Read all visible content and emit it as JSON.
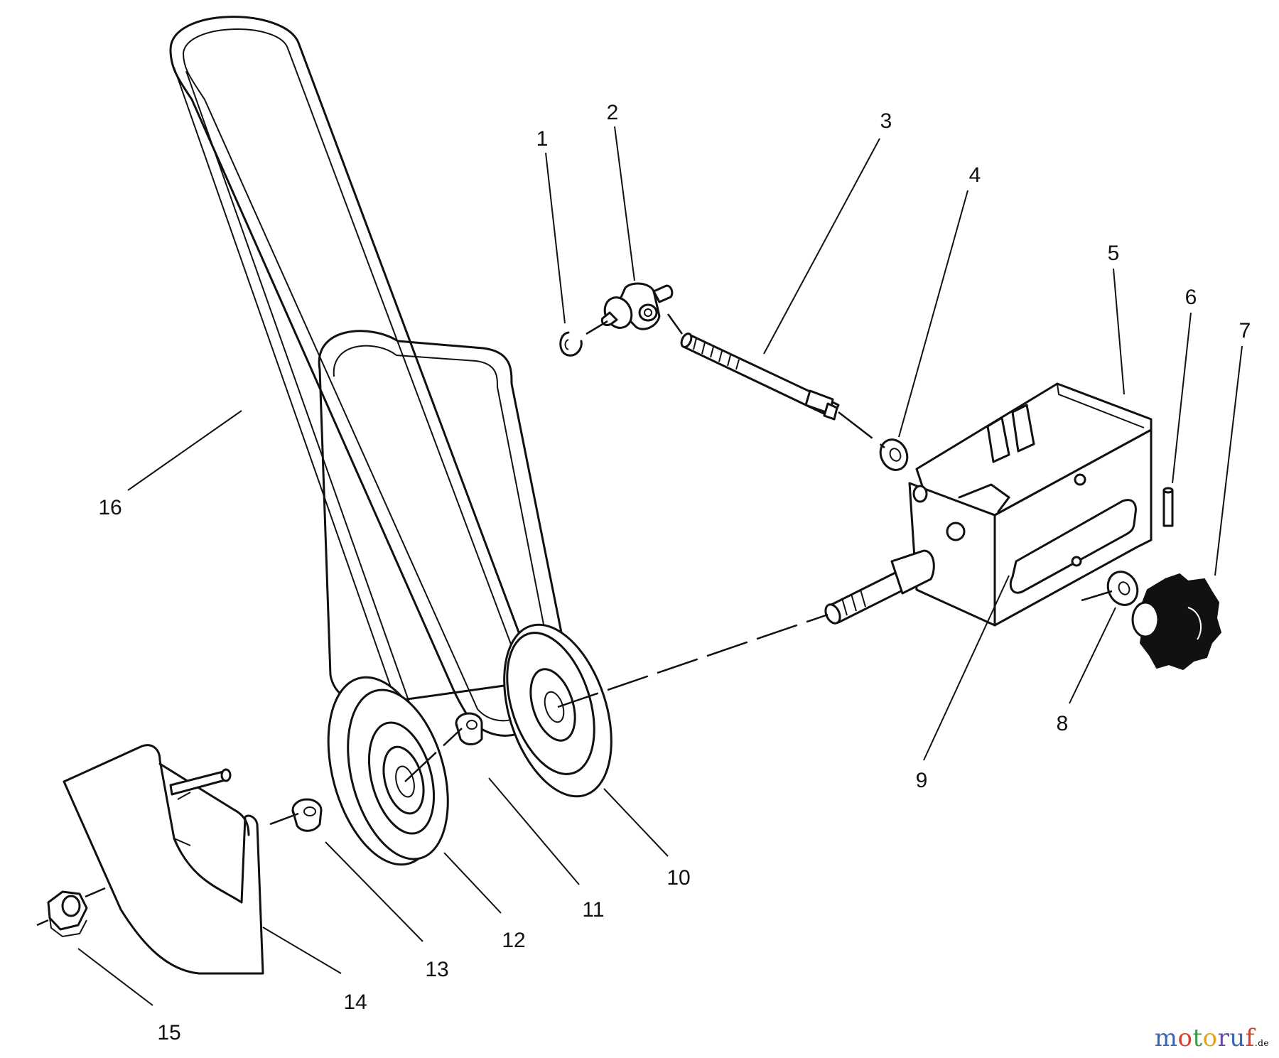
{
  "callouts": [
    {
      "number": "1"
    },
    {
      "number": "2"
    },
    {
      "number": "3"
    },
    {
      "number": "4"
    },
    {
      "number": "5"
    },
    {
      "number": "6"
    },
    {
      "number": "7"
    },
    {
      "number": "8"
    },
    {
      "number": "9"
    },
    {
      "number": "10"
    },
    {
      "number": "11"
    },
    {
      "number": "12"
    },
    {
      "number": "13"
    },
    {
      "number": "14"
    },
    {
      "number": "15"
    },
    {
      "number": "16"
    }
  ],
  "watermark": {
    "letters": [
      "m",
      "o",
      "t",
      "o",
      "r",
      "u",
      "f"
    ],
    "letter_colors": [
      "#3a68b0",
      "#d8402c",
      "#3a9a46",
      "#e3a21a",
      "#6a4aa0",
      "#3a68b0",
      "#d8402c"
    ],
    "suffix": ".de"
  },
  "colors": {
    "line": "#111111",
    "background": "#ffffff"
  }
}
